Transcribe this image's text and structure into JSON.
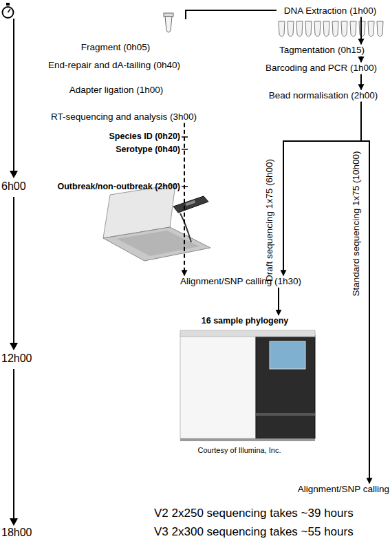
{
  "diagram": {
    "nodes": [
      {
        "text": [
          "DNA Extraction (1h00)"
        ]
      },
      {
        "text": [
          "Fragment (0h05)"
        ]
      },
      {
        "text": [
          "End-repair and dA-tailing (0h40)"
        ]
      },
      {
        "text": [
          "Adapter ligation (1h00)"
        ]
      },
      {
        "text": [
          "RT-sequencing and analysis (3h00)"
        ]
      },
      {
        "text": [
          "Species ID (0h20)"
        ]
      },
      {
        "text": [
          "Serotype (0h40)"
        ]
      },
      {
        "text": [
          "Outbreak/non-outbreak (2h00)"
        ]
      },
      {
        "text": [
          "Tagmentation (0h15)"
        ]
      },
      {
        "text": [
          "Barcoding and PCR (1h00)"
        ]
      },
      {
        "text": [
          "Bead normalisation (2h00)"
        ]
      },
      {
        "text": [
          "Alignment/SNP calling (1h30)"
        ]
      },
      {
        "text": [
          "16 sample phylogeny"
        ]
      },
      {
        "text": [
          "Alignment/SNP calling"
        ]
      }
    ],
    "edges": [
      {
        "from": 0,
        "to": 8,
        "arrow": "to"
      },
      {
        "from": 8,
        "to": 9,
        "arrow": "to"
      },
      {
        "from": 9,
        "to": 10,
        "arrow": "to"
      },
      {
        "from": 10,
        "to": 11,
        "label": "Draft sequencing 1x75 (6h00)",
        "arrow": "to"
      },
      {
        "from": 10,
        "to": 13,
        "label": "Standard sequencing 1x75 (10h00)",
        "arrow": "to"
      },
      {
        "from": 11,
        "to": 12,
        "arrow": "to"
      },
      {
        "from": 4,
        "to": 11,
        "arrow": "to"
      }
    ],
    "labels": [
      "6h00",
      "12h00",
      "18h00",
      "Courtesy of Illumina, Inc.",
      "V2 2x250 sequencing takes ~39 hours",
      "V3 2x300 sequencing takes ~55 hours"
    ]
  }
}
